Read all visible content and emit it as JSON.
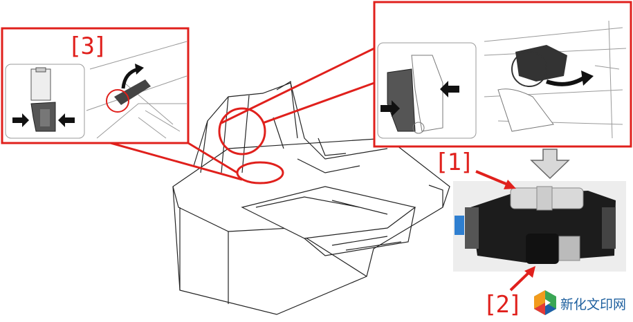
{
  "labels": {
    "callout_3": "[3]",
    "part_1": "[1]",
    "part_2": "[2]"
  },
  "watermark": {
    "text": "新化文印网"
  },
  "colors": {
    "callout_red": "#e0201c",
    "arrow_grey": "#c8c8c8",
    "roller_black": "#1a1a1a",
    "tab_blue": "#2f7fd0"
  }
}
